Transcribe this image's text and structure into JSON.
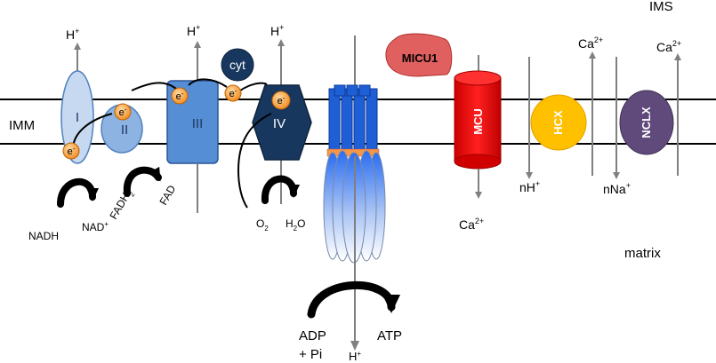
{
  "regions": {
    "ims": "IMS",
    "imm": "IMM",
    "matrix": "matrix"
  },
  "complexes": {
    "c1": "I",
    "c2": "II",
    "c3": "III",
    "c4": "IV",
    "cyt": "cyt"
  },
  "electron": "e",
  "electron_sup": "-",
  "proton": {
    "base": "H",
    "sup": "+"
  },
  "substrates": {
    "nadh": "NADH",
    "nad": {
      "base": "NAD",
      "sup": "+"
    },
    "fadh2": {
      "base": "FADH",
      "sub": "2"
    },
    "fad": "FAD",
    "o2": {
      "base": "O",
      "sub": "2"
    },
    "h2o": {
      "base": "H",
      "sub": "2",
      "tail": "O"
    }
  },
  "atp_synthase": {
    "adp": "ADP",
    "pi": "+ Pi",
    "atp": "ATP"
  },
  "channels": {
    "micu1": "MICU1",
    "mcu": "MCU",
    "hcx": "HCX",
    "nclx": "NCLX"
  },
  "ions": {
    "ca": {
      "base": "Ca",
      "sup": "2+"
    },
    "nh": {
      "base": "nH",
      "sup": "+"
    },
    "nna": {
      "base": "nNa",
      "sup": "+"
    }
  },
  "colors": {
    "complex1": "#c6d9f1",
    "complex2": "#8db3e2",
    "complex3": "#558ed5",
    "complex4": "#17375e",
    "electron": "#f0a040",
    "mcu": "#ff0000",
    "micu1": "#e06060",
    "hcx": "#ffc000",
    "nclx": "#604a7b",
    "atp_blue": "#1f5fd6",
    "atp_orange": "#f79646",
    "arrow": "#808080"
  }
}
